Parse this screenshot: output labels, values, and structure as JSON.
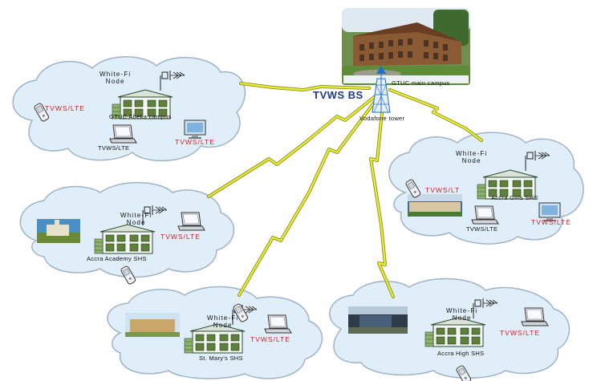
{
  "base_station": {
    "label": "TVWS BS",
    "campus_label": "GTUC  main campus",
    "tower_label": "Vodafone tower"
  },
  "nodes": [
    {
      "id": "abeka",
      "white_fi": "White-Fi",
      "node": "Node",
      "site": "GTUC  Abeka  campus",
      "tvws_labels": [
        "TVWS/LTE",
        "TVWS/LTE"
      ],
      "laptop_label": "TVWS/LTE"
    },
    {
      "id": "girls",
      "white_fi": "White-Fi",
      "node": "Node",
      "site": "Accra Girls  SHS",
      "tvws_labels": [
        "TVWS/LT",
        "TVWS/LTE"
      ],
      "laptop_label": "TVWS/LTE"
    },
    {
      "id": "academy",
      "white_fi": "White-Fi",
      "node": "Node",
      "site": "Accra Academy  SHS",
      "tvws_labels": [
        "TVWS/LTE"
      ]
    },
    {
      "id": "stmarys",
      "white_fi": "White-Fi",
      "node": "Node",
      "site": "St. Mary's SHS",
      "tvws_labels": [
        "TVWS/LTE"
      ]
    },
    {
      "id": "accrahigh",
      "white_fi": "White-Fi",
      "node": "Node",
      "site": "Accra High  SHS",
      "tvws_labels": [
        "TVWS/LTE"
      ]
    }
  ],
  "colors": {
    "cloud_fill": "#dfeef9",
    "cloud_stroke": "#9fb3c8",
    "link": "#e9ee3a",
    "link_stroke": "#8d8f10",
    "tower": "#1e6fd0"
  }
}
